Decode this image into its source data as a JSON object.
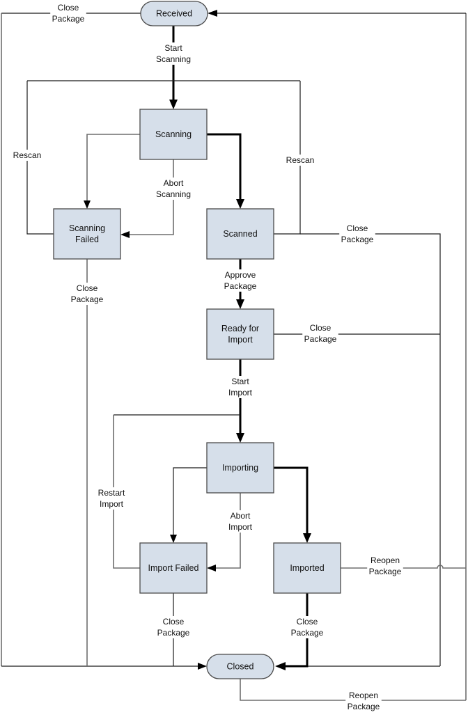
{
  "diagram": {
    "title": "Package Lifecycle State Diagram",
    "colors": {
      "node_fill": "#d6dfea",
      "node_stroke": "#4a4a4a",
      "line": "#000000"
    },
    "states": {
      "received": "Received",
      "scanning": "Scanning",
      "scanning_failed": [
        "Scanning",
        "Failed"
      ],
      "scanned": "Scanned",
      "ready_for_import": [
        "Ready for",
        "Import"
      ],
      "importing": "Importing",
      "import_failed": "Import Failed",
      "imported": "Imported",
      "closed": "Closed"
    },
    "transitions": {
      "start_scanning": [
        "Start",
        "Scanning"
      ],
      "abort_scanning": [
        "Abort",
        "Scanning"
      ],
      "rescan_left": [
        "Rescan"
      ],
      "rescan_right": [
        "Rescan"
      ],
      "approve_package": [
        "Approve",
        "Package"
      ],
      "start_import": [
        "Start",
        "Import"
      ],
      "abort_import": [
        "Abort",
        "Import"
      ],
      "restart_import": [
        "Restart",
        "Import"
      ],
      "close_received": [
        "Close",
        "Package"
      ],
      "close_scanning_failed": [
        "Close",
        "Package"
      ],
      "close_scanned": [
        "Close",
        "Package"
      ],
      "close_ready": [
        "Close",
        "Package"
      ],
      "close_import_failed": [
        "Close",
        "Package"
      ],
      "close_imported": [
        "Close",
        "Package"
      ],
      "reopen_imported": [
        "Reopen",
        "Package"
      ],
      "reopen_closed": [
        "Reopen",
        "Package"
      ]
    }
  }
}
